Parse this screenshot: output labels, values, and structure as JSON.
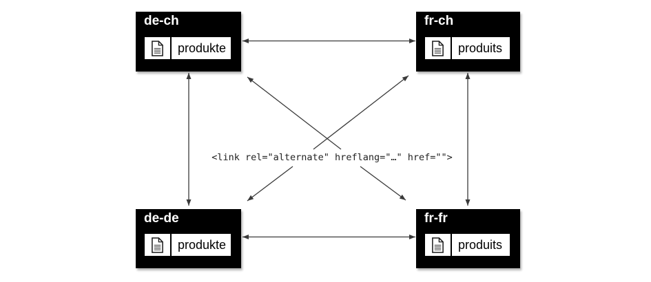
{
  "diagram": {
    "title_semantic": "hreflang alternate link relationships between localized pages",
    "center_annotation": "<link rel=\"alternate\" hreflang=\"…\" href=\"\">",
    "nodes": [
      {
        "id": "de-ch",
        "label": "de-ch",
        "page_title": "produkte",
        "icon": "document-icon"
      },
      {
        "id": "fr-ch",
        "label": "fr-ch",
        "page_title": "produits",
        "icon": "document-icon"
      },
      {
        "id": "de-de",
        "label": "de-de",
        "page_title": "produkte",
        "icon": "document-icon"
      },
      {
        "id": "fr-fr",
        "label": "fr-fr",
        "page_title": "produits",
        "icon": "document-icon"
      }
    ],
    "connections": [
      {
        "from": "de-ch",
        "to": "fr-ch",
        "bidirectional": true
      },
      {
        "from": "de-de",
        "to": "fr-fr",
        "bidirectional": true
      },
      {
        "from": "de-ch",
        "to": "de-de",
        "bidirectional": true
      },
      {
        "from": "fr-ch",
        "to": "fr-fr",
        "bidirectional": true
      },
      {
        "from": "de-ch",
        "to": "fr-fr",
        "bidirectional": true
      },
      {
        "from": "fr-ch",
        "to": "de-de",
        "bidirectional": true
      }
    ],
    "colors": {
      "background": "#ffffff",
      "node_bg": "#000000",
      "node_text": "#ffffff",
      "panel_bg": "#ffffff",
      "panel_border": "#000000",
      "arrow": "#3a3a3a",
      "annotation_text": "#222222"
    }
  }
}
